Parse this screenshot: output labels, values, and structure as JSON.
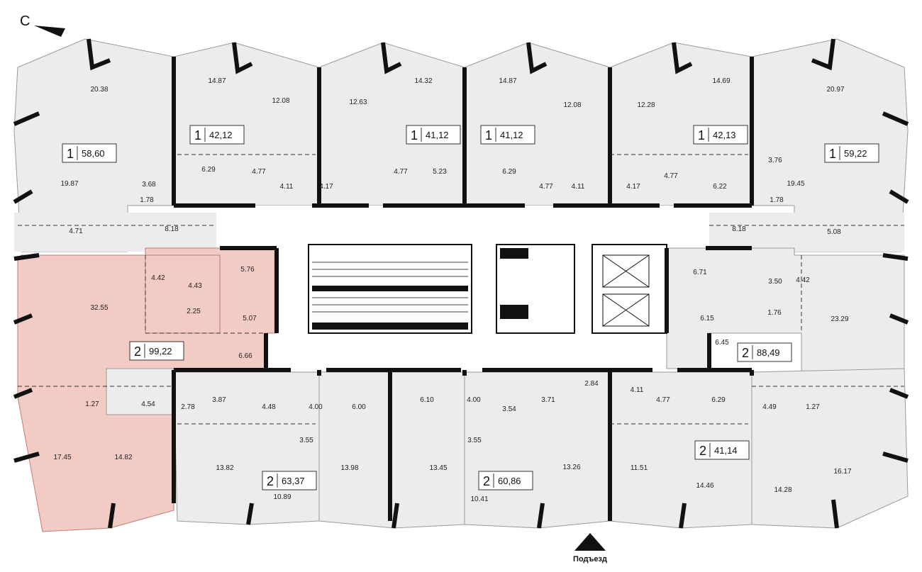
{
  "compass_label": "С",
  "entrance_label": "Подъезд",
  "colors": {
    "unit_fill": "#ececec",
    "highlight_fill": "#f2cbc5",
    "wall": "#111111",
    "background": "#ffffff"
  },
  "apartments": [
    {
      "rooms": "1",
      "area": "58,60"
    },
    {
      "rooms": "1",
      "area": "42,12"
    },
    {
      "rooms": "1",
      "area": "41,12"
    },
    {
      "rooms": "1",
      "area": "41,12"
    },
    {
      "rooms": "1",
      "area": "42,13"
    },
    {
      "rooms": "1",
      "area": "59,22"
    },
    {
      "rooms": "2",
      "area": "99,22"
    },
    {
      "rooms": "2",
      "area": "88,49"
    },
    {
      "rooms": "2",
      "area": "63,37"
    },
    {
      "rooms": "2",
      "area": "60,86"
    },
    {
      "rooms": "2",
      "area": "41,14"
    }
  ],
  "room_areas": [
    "20.38",
    "14.87",
    "12.08",
    "12.63",
    "14.32",
    "14.87",
    "12.08",
    "12.28",
    "14.69",
    "20.97",
    "3.68",
    "6.29",
    "4.77",
    "4.11",
    "4.17",
    "4.77",
    "5.23",
    "6.29",
    "4.77",
    "4.11",
    "4.17",
    "4.77",
    "6.22",
    "3.76",
    "19.87",
    "1.78",
    "19.45",
    "1.78",
    "4.71",
    "8.18",
    "8.18",
    "5.08",
    "4.42",
    "4.43",
    "5.76",
    "2.25",
    "5.07",
    "32.55",
    "6.66",
    "6.71",
    "3.50",
    "4.42",
    "6.15",
    "1.76",
    "23.29",
    "6.45",
    "2.78",
    "3.87",
    "4.48",
    "4.00",
    "6.00",
    "6.10",
    "4.00",
    "3.54",
    "3.71",
    "2.84",
    "4.11",
    "4.77",
    "6.29",
    "4.49",
    "1.27",
    "1.27",
    "4.54",
    "17.45",
    "14.82",
    "3.55",
    "3.55",
    "13.82",
    "10.89",
    "13.98",
    "13.45",
    "10.41",
    "13.26",
    "11.51",
    "14.46",
    "14.28",
    "16.17"
  ]
}
